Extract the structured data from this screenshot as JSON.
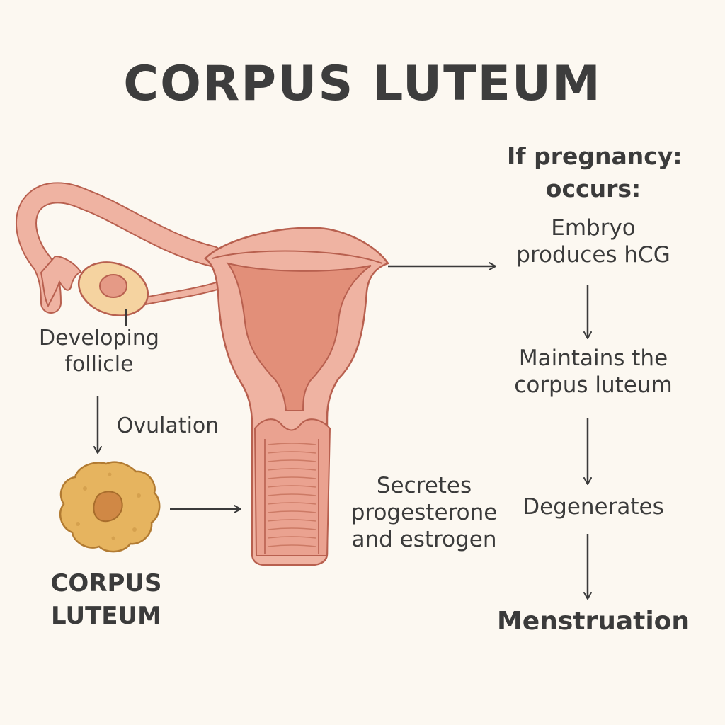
{
  "title": "CORPUS LUTEUM",
  "labels": {
    "developing_follicle": "Developing\nfollicle",
    "ovulation": "Ovulation",
    "corpus_luteum": "CORPUS\nLUTEUM",
    "secretes": "Secretes\nprogesterone\nand estrogen"
  },
  "pregnancy_path": {
    "condition": "If pregnancy:\noccurs:",
    "steps": [
      "Embryo\nproduces hCG",
      "Maintains the\ncorpus luteum",
      "Degenerates"
    ],
    "final": "Menstruation"
  },
  "colors": {
    "background": "#fcf8f1",
    "tissue": "#efb3a2",
    "tissue_dark": "#e59a86",
    "outline": "#b8604f",
    "follicle": "#f5d3a0",
    "corpus_luteum": "#e6b45f",
    "text": "#3b3b3b"
  }
}
